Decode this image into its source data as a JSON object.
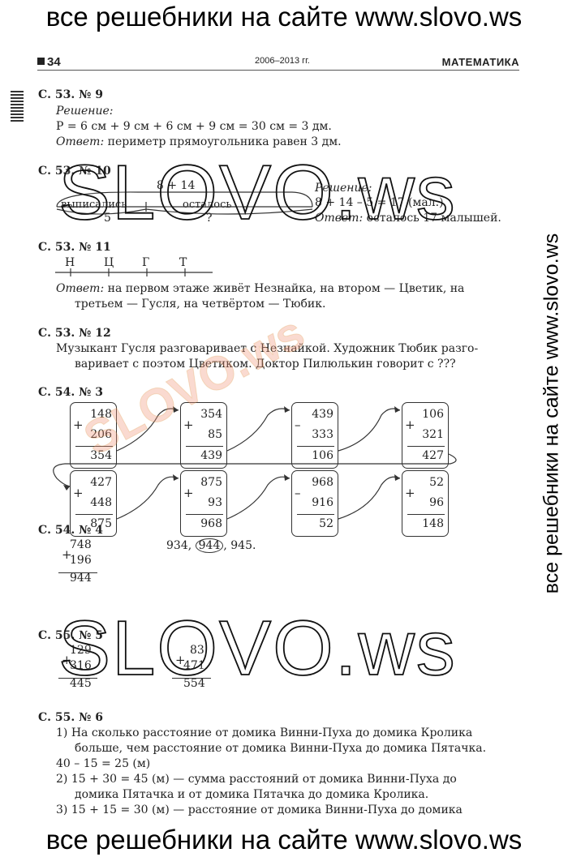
{
  "banner": {
    "top": "все решебники на сайте www.slovo.ws",
    "bottom": "все решебники на сайте www.slovo.ws",
    "side": "все решебники на сайте www.slovo.ws"
  },
  "header": {
    "page": "34",
    "years": "2006–2013 гг.",
    "subject": "МАТЕМАТИКА"
  },
  "watermark": {
    "big": "SLOVO.ws",
    "color": "SLOVO.ws"
  },
  "s1": {
    "title": "С. 53. № 9",
    "sol_label": "Решение:",
    "line": "P = 6 см + 9 см + 6 см + 9 см = 30 см = 3 дм.",
    "ans_label": "Ответ:",
    "ans": " периметр прямоугольника равен 3 дм."
  },
  "s2": {
    "title": "С. 53. № 10",
    "total": "8 + 14",
    "left_label": "выписались",
    "right_label": "осталось",
    "left_val": "5",
    "right_val": "?",
    "sol_label": "Решение:",
    "line": "8 + 14 – 5 = 17 (мал.)",
    "ans_label": "Ответ:",
    "ans": " осталось 17 малышей."
  },
  "s3": {
    "title": "С. 53. № 11",
    "letters": [
      "Н",
      "Ц",
      "Г",
      "Т"
    ],
    "ans_label": "Ответ:",
    "ans1": " на первом этаже живёт Незнайка, на втором — Цветик, на",
    "ans2": "третьем — Гусля, на четвёртом — Тюбик."
  },
  "s4": {
    "title": "С. 53. № 12",
    "line1": "Музыкант Гусля разговаривает с Незнайкой. Художник Тюбик разго-",
    "line2": "варивает с поэтом Цветиком. Доктор Пилюлькин говорит с ???"
  },
  "s5": {
    "title": "С. 54. № 3",
    "row1": [
      {
        "op": "+",
        "a": "148",
        "b": "206",
        "r": "354"
      },
      {
        "op": "+",
        "a": "354",
        "b": "85",
        "r": "439"
      },
      {
        "op": "–",
        "a": "439",
        "b": "333",
        "r": "106"
      },
      {
        "op": "+",
        "a": "106",
        "b": "321",
        "r": "427"
      }
    ],
    "row2": [
      {
        "op": "+",
        "a": "427",
        "b": "448",
        "r": "875"
      },
      {
        "op": "+",
        "a": "875",
        "b": "93",
        "r": "968"
      },
      {
        "op": "–",
        "a": "968",
        "b": "916",
        "r": "52"
      },
      {
        "op": "+",
        "a": "52",
        "b": "96",
        "r": "148"
      }
    ]
  },
  "s6": {
    "title": "С. 54. № 4",
    "a": "748",
    "b": "196",
    "r": "944",
    "op": "+",
    "seq_a": "934, ",
    "seq_c": "944",
    "seq_b": ", 945."
  },
  "s7": {
    "title": "С. 55. № 5",
    "c1": {
      "op": "+",
      "a": "129",
      "b": "316",
      "r": "445"
    },
    "c2": {
      "op": "+",
      "a": "83",
      "b": "471",
      "r": "554"
    }
  },
  "s8": {
    "title": "С. 55. № 6",
    "l1": "1) На сколько расстояние от домика Винни-Пуха до домика Кролика",
    "l2": "больше, чем расстояние от домика Винни-Пуха до домика Пятачка.",
    "l3": "40 – 15 = 25 (м)",
    "l4": "2) 15 + 30 = 45 (м) — сумма расстояний от домика Винни-Пуха до",
    "l5": "домика Пятачка и от домика Пятачка до домика Кролика.",
    "l6": "3) 15 + 15 = 30 (м) — расстояние от домика Винни-Пуха до домика"
  }
}
